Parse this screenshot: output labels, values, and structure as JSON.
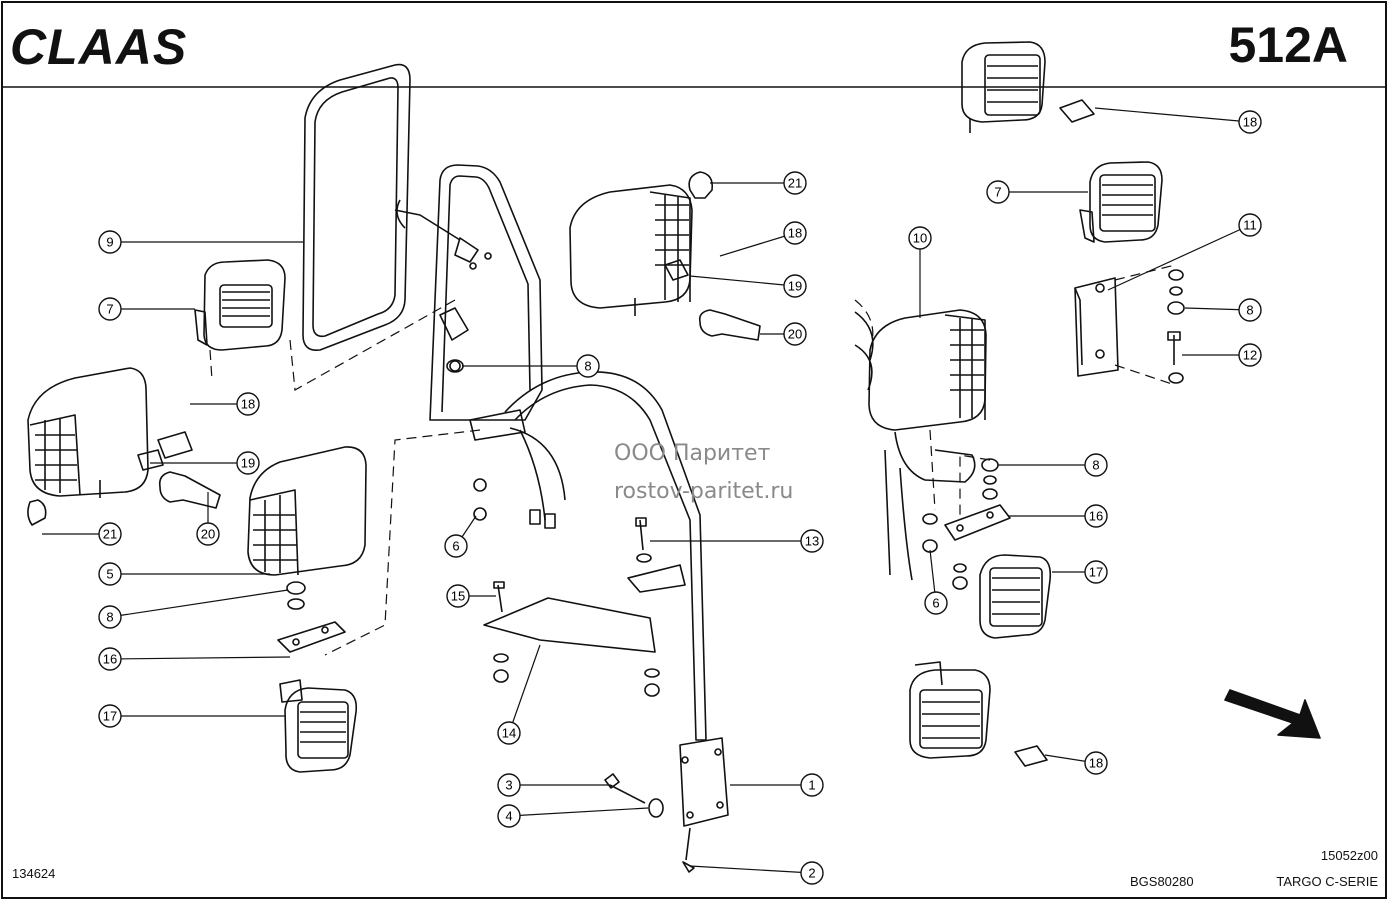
{
  "header": {
    "brand": "CLAAS",
    "page_code": "512A"
  },
  "watermark": {
    "line1": "ООО Паритет",
    "line2": "rostov-paritet.ru"
  },
  "footer": {
    "left_number": "134624",
    "drawing_code": "BGS80280",
    "image_code": "15052z00",
    "series": "TARGO C-SERIE"
  },
  "callouts": [
    "1",
    "2",
    "3",
    "4",
    "5",
    "6",
    "6",
    "7",
    "7",
    "8",
    "8",
    "8",
    "8",
    "9",
    "10",
    "11",
    "12",
    "13",
    "14",
    "15",
    "16",
    "16",
    "17",
    "17",
    "18",
    "18",
    "18",
    "18",
    "19",
    "19",
    "20",
    "20",
    "21",
    "21"
  ]
}
